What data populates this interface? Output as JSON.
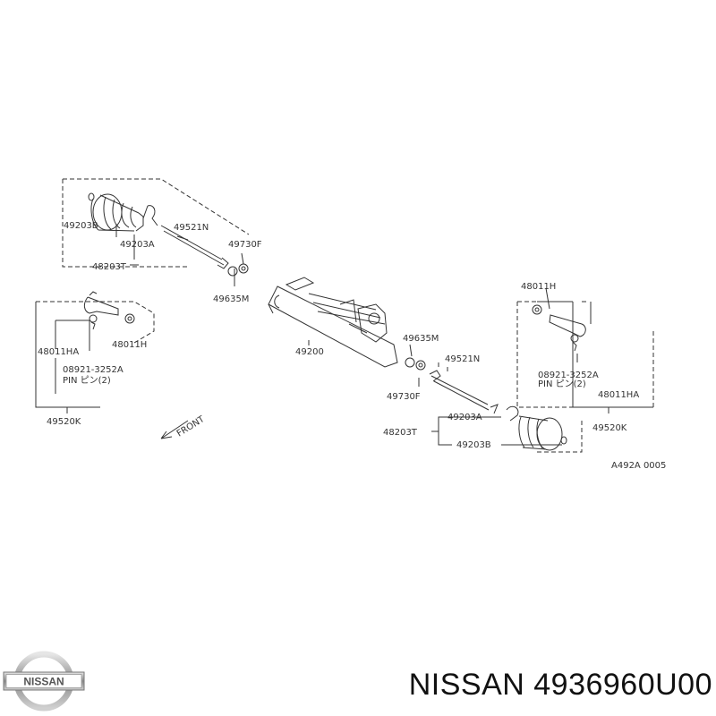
{
  "diagram": {
    "labels": {
      "p49203b_l": "49203B",
      "p49203a_l": "49203A",
      "p48203t_l": "48203T",
      "p49521n_l": "49521N",
      "p49730f_l": "49730F",
      "p49635m_l": "49635M",
      "p48011ha_l": "48011HA",
      "p48011h_l": "48011H",
      "p08921_l": "08921-3252A",
      "pin_l": "PIN ピン(2)",
      "p49520k_l": "49520K",
      "p49200": "49200",
      "front": "FRONT",
      "p49635m_r": "49635M",
      "p49521n_r": "49521N",
      "p49730f_r": "49730F",
      "p49203a_r": "49203A",
      "p48203t_r": "48203T",
      "p49203b_r": "49203B",
      "p48011h_r": "48011H",
      "p08921_r": "08921-3252A",
      "pin_r": "PIN ピン(2)",
      "p48011ha_r": "48011HA",
      "p49520k_r": "49520K",
      "ref": "A492A 0005"
    },
    "colors": {
      "line": "#333333",
      "text": "#333333"
    }
  },
  "logo": {
    "text": "NISSAN",
    "icon": "nissan-logo-icon"
  },
  "caption": "NISSAN 4936960U00"
}
